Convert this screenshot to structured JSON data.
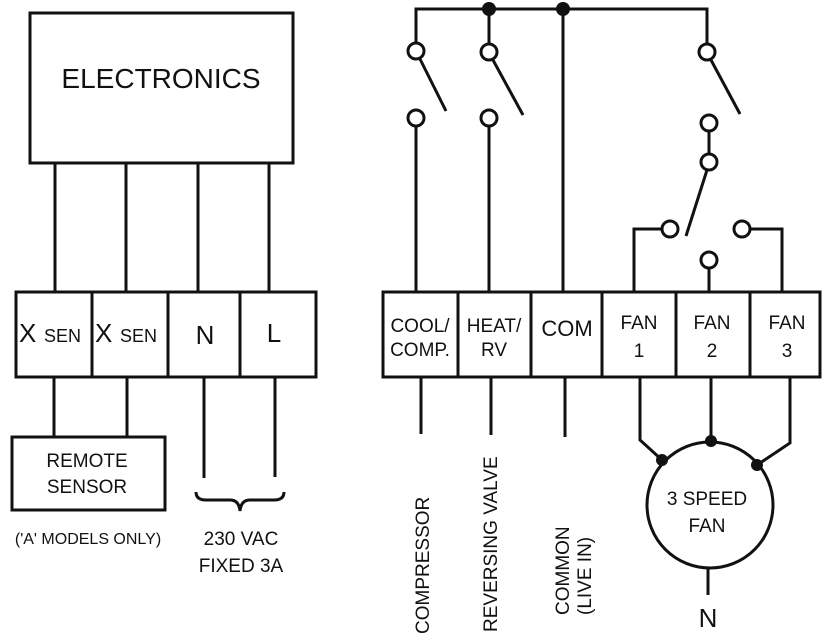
{
  "diagram": {
    "title": "Thermostat wiring diagram",
    "colors": {
      "line": "#111111",
      "background": "#ffffff"
    },
    "electronics_label": "ELECTRONICS",
    "left_terminals": [
      {
        "id": "x-sen-1",
        "main": "X",
        "sub": "SEN"
      },
      {
        "id": "x-sen-2",
        "main": "X",
        "sub": "SEN"
      },
      {
        "id": "n",
        "main": "N"
      },
      {
        "id": "l",
        "main": "L"
      }
    ],
    "remote_sensor": {
      "line1": "REMOTE",
      "line2": "SENSOR",
      "note": "('A' MODELS ONLY)"
    },
    "supply": {
      "line1": "230 VAC",
      "line2": "FIXED 3A"
    },
    "right_terminals": [
      {
        "id": "cool-comp",
        "line1": "COOL/",
        "line2": "COMP."
      },
      {
        "id": "heat-rv",
        "line1": "HEAT/",
        "line2": "RV"
      },
      {
        "id": "com",
        "line1": "COM"
      },
      {
        "id": "fan-1",
        "line1": "FAN",
        "line2": "1"
      },
      {
        "id": "fan-2",
        "line1": "FAN",
        "line2": "2"
      },
      {
        "id": "fan-3",
        "line1": "FAN",
        "line2": "3"
      }
    ],
    "outputs": {
      "compressor": "COMPRESSOR",
      "reversing_valve": "REVERSING VALVE",
      "common_line1": "COMMON",
      "common_line2": "(LIVE IN)"
    },
    "fan_motor": {
      "line1": "3 SPEED",
      "line2": "FAN",
      "neutral": "N"
    }
  }
}
